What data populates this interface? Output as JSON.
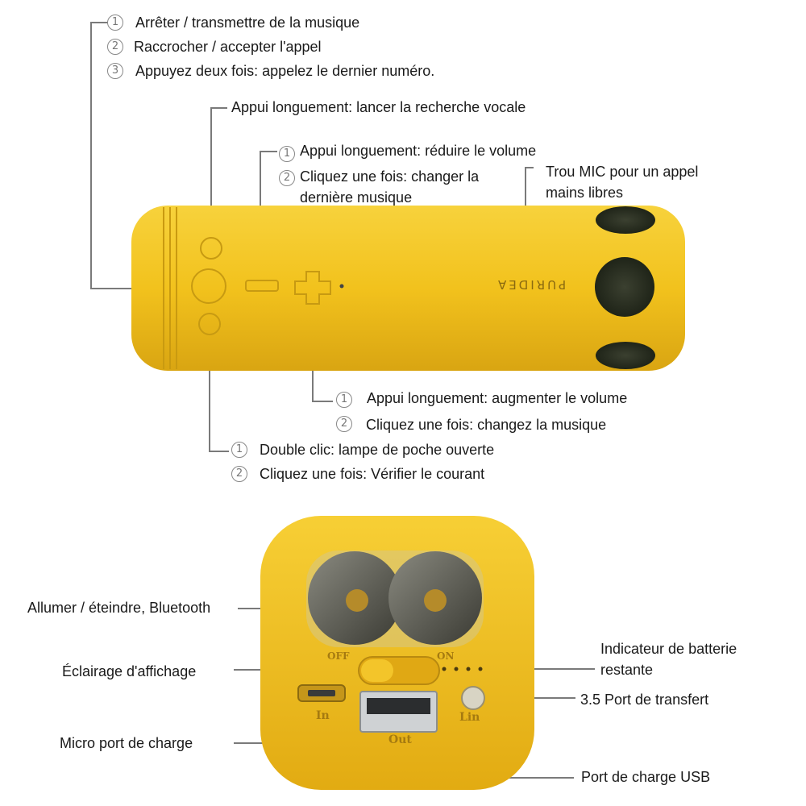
{
  "top_callouts": {
    "group1": {
      "n1": "1",
      "t1": "Arrêter / transmettre de la musique",
      "n2": "2",
      "t2": "Raccrocher / accepter l'appel",
      "n3": "3",
      "t3": "Appuyez deux fois: appelez le dernier numéro."
    },
    "voice": "Appui longuement: lancer la recherche vocale",
    "minus": {
      "n1": "1",
      "t1": "Appui longuement: réduire le volume",
      "n2": "2",
      "t2a": "Cliquez une fois: changer la",
      "t2b": "dernière musique"
    },
    "mic": {
      "line1": "Trou MIC pour un appel",
      "line2": "mains libres"
    },
    "plus": {
      "n1": "1",
      "t1": "Appui longuement: augmenter le volume",
      "n2": "2",
      "t2": "Cliquez une fois: changez la musique"
    },
    "light": {
      "n1": "1",
      "t1": "Double clic: lampe de poche ouverte",
      "n2": "2",
      "t2": "Cliquez une fois: Vérifier le courant"
    }
  },
  "brand": "PURIDEA",
  "bottom_callouts": {
    "power": "Allumer / éteindre, Bluetooth",
    "display_light": "Éclairage d'affichage",
    "micro_port": "Micro port de charge",
    "battery_line1": "Indicateur de batterie",
    "battery_line2": "restante",
    "aux_port": "3.5 Port de transfert",
    "usb_port": "Port de charge USB"
  },
  "device_labels": {
    "off": "OFF",
    "on": "ON",
    "in": "In",
    "out": "Out",
    "lin": "Lin"
  },
  "colors": {
    "body_yellow": "#f2c21d",
    "leader_line": "#777777",
    "speaker_dark": "#2e3322"
  }
}
